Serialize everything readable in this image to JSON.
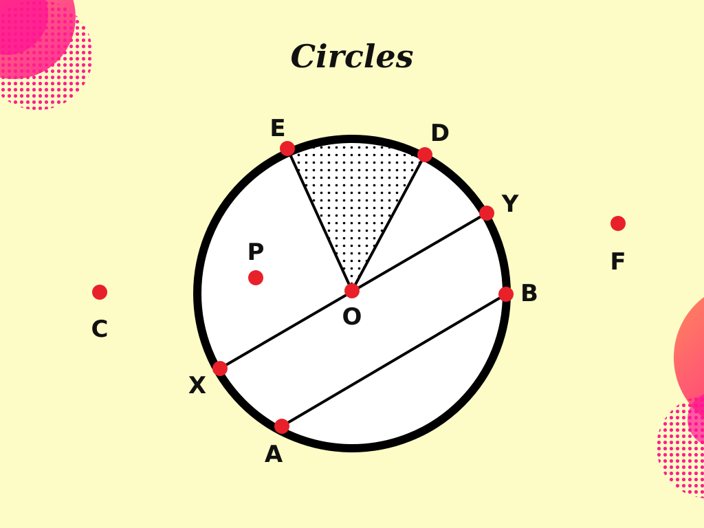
{
  "title": "Circles",
  "colors": {
    "background": "#FDFCC6",
    "point": "#E8202A",
    "stroke": "#000000",
    "circle_fill": "#FFFFFF",
    "blob_pink": "#FF1493",
    "blob_orange": "#FF8A5B"
  },
  "points": {
    "E": "E",
    "D": "D",
    "Y": "Y",
    "P": "P",
    "F": "F",
    "O": "O",
    "B": "B",
    "C": "C",
    "X": "X",
    "A": "A"
  }
}
